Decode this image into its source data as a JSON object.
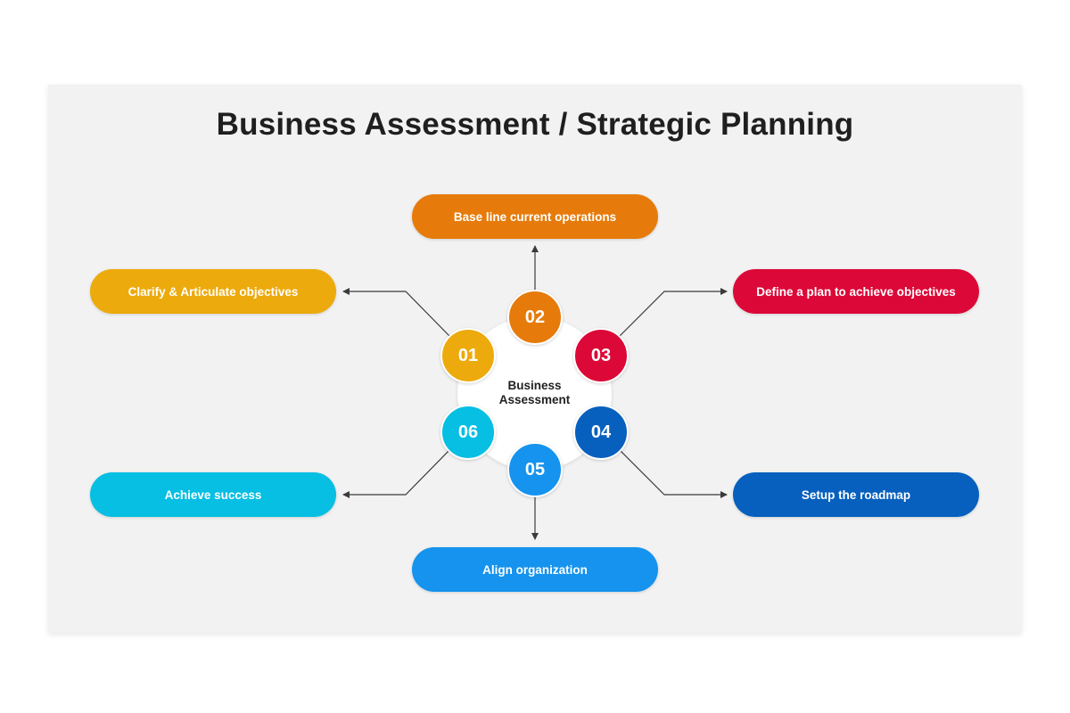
{
  "title": "Business Assessment / Strategic Planning",
  "hub": {
    "line1": "Business",
    "line2": "Assessment"
  },
  "steps": [
    {
      "number": "01",
      "label": "Clarify & Articulate objectives",
      "color": "#EDAA0C"
    },
    {
      "number": "02",
      "label": "Base line current operations",
      "color": "#E67B0B"
    },
    {
      "number": "03",
      "label": "Define a plan to achieve objectives",
      "color": "#DC0837"
    },
    {
      "number": "04",
      "label": "Setup the roadmap",
      "color": "#0760BE"
    },
    {
      "number": "05",
      "label": "Align organization",
      "color": "#1593EE"
    },
    {
      "number": "06",
      "label": "Achieve success",
      "color": "#06BFE3"
    }
  ],
  "connector_color": "#3a3a3a"
}
